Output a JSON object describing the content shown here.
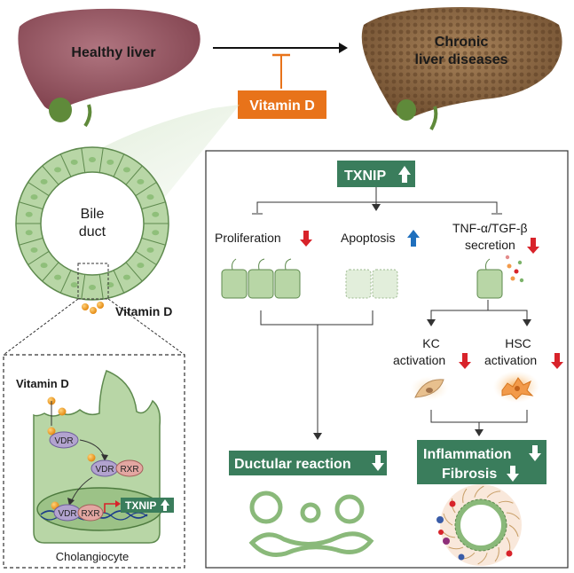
{
  "top": {
    "healthy_liver": "Healthy liver",
    "chronic_line1": "Chronic",
    "chronic_line2": "liver diseases",
    "vitamin_d_box": "Vitamin D"
  },
  "left": {
    "bile_line1": "Bile",
    "bile_line2": "duct",
    "vitamin_d_label": "Vitamin D"
  },
  "inset": {
    "vitamin_d": "Vitamin D",
    "vdr": "VDR",
    "vdr2": "VDR",
    "rxr": "RXR",
    "vdr3": "VDR",
    "rxr2": "RXR",
    "txnip": "TXNIP",
    "cell_label": "Cholangiocyte"
  },
  "panel": {
    "txnip": "TXNIP",
    "proliferation": "Proliferation",
    "apoptosis": "Apoptosis",
    "tnf_line1": "TNF-α/TGF-β",
    "tnf_line2": "secretion",
    "kc_line1": "KC",
    "kc_line2": "activation",
    "hsc_line1": "HSC",
    "hsc_line2": "activation",
    "ductular": "Ductular reaction",
    "inflam_line1": "Inflammation",
    "inflam_line2": "Fibrosis"
  },
  "colors": {
    "green_box": "#3a7d5c",
    "orange_box": "#e8731a",
    "arrow_down_red": "#d8232a",
    "arrow_up_blue": "#1f6fbd",
    "cell_green": "#b8d6a6"
  }
}
